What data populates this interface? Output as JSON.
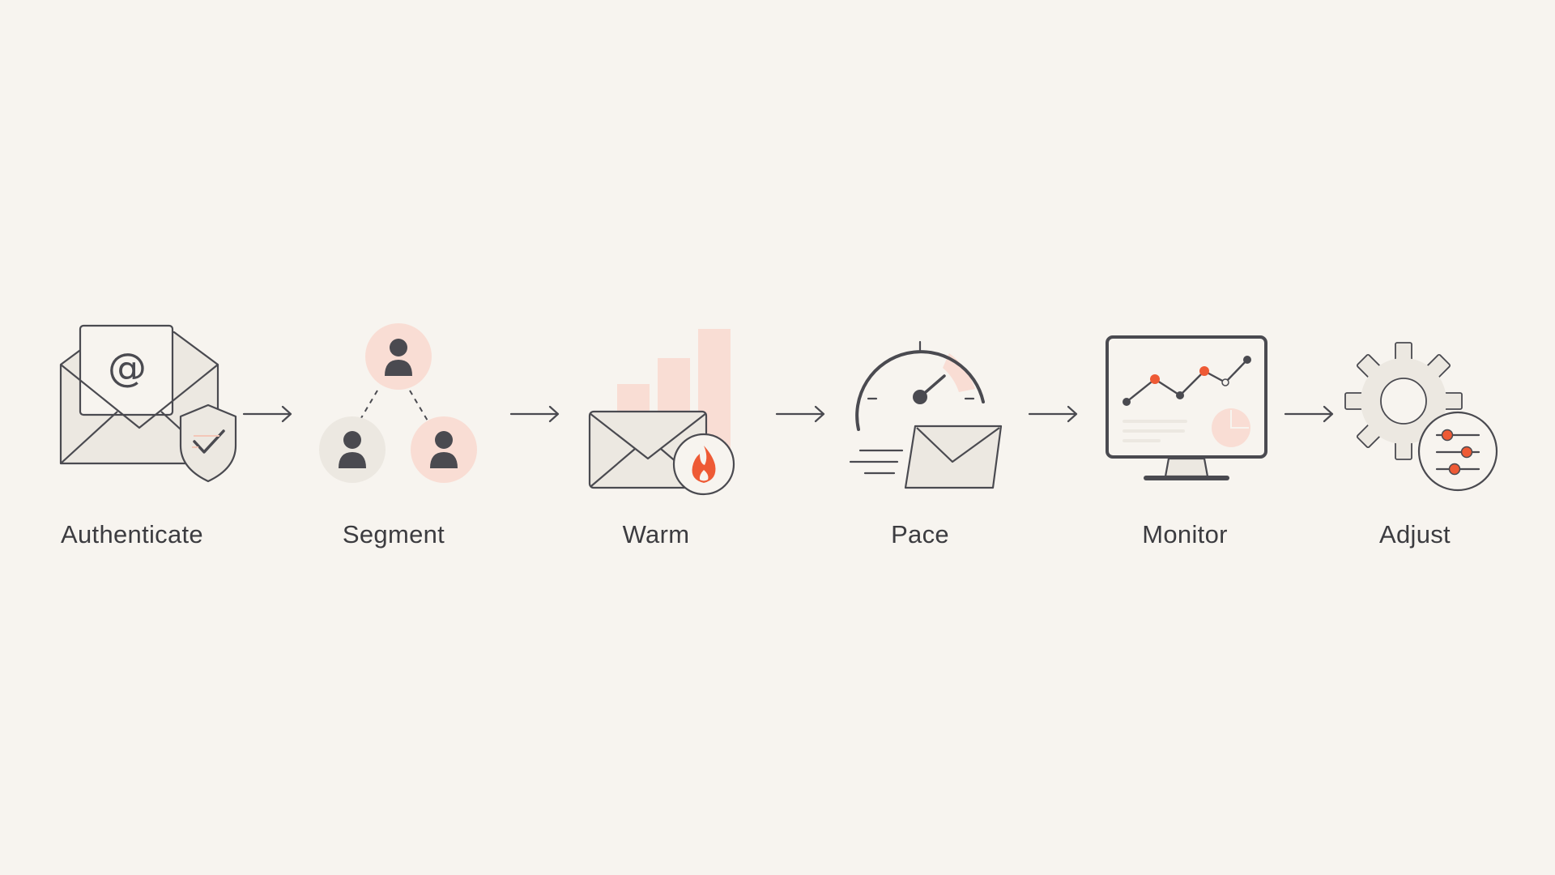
{
  "diagram": {
    "steps": [
      {
        "id": "authenticate",
        "label": "Authenticate",
        "icon": "envelope-shield-icon"
      },
      {
        "id": "segment",
        "label": "Segment",
        "icon": "user-group-icon"
      },
      {
        "id": "warm",
        "label": "Warm",
        "icon": "envelope-flame-icon"
      },
      {
        "id": "pace",
        "label": "Pace",
        "icon": "speedometer-envelope-icon"
      },
      {
        "id": "monitor",
        "label": "Monitor",
        "icon": "monitor-chart-icon"
      },
      {
        "id": "adjust",
        "label": "Adjust",
        "icon": "gear-sliders-icon"
      }
    ],
    "connector_icon": "arrow-right-icon"
  },
  "colors": {
    "background": "#f7f4ef",
    "stroke": "#4a4a50",
    "fill_light": "#ece8e1",
    "accent_pink": "#f9ddd4",
    "accent_orange": "#ee5a35"
  }
}
